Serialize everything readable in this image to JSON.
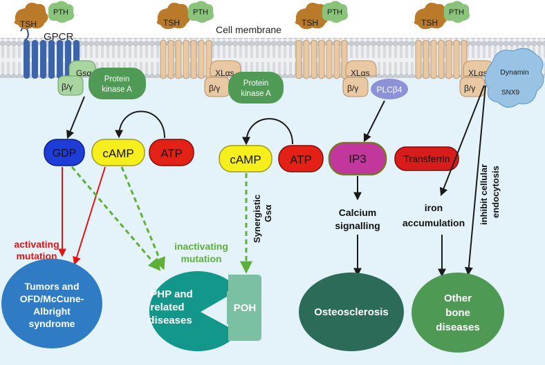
{
  "membrane": {
    "label": "Cell membrane",
    "gpcr_label": "GPCR"
  },
  "ligands": {
    "tsh": "TSH",
    "pth": "PTH"
  },
  "subunits": {
    "gs_alpha": "Gsα",
    "beta_gamma": "β/γ",
    "xl_alpha_s": "XLαs",
    "plc_beta4": "PLCβ4",
    "dynamin": "Dynamin",
    "snx9": "SNX9"
  },
  "pka": {
    "line1": "Protein",
    "line2": "kinase A"
  },
  "messengers": {
    "gdp": "GDP",
    "camp": "cAMP",
    "atp": "ATP",
    "ip3": "IP3",
    "transferrin": "Transferrin"
  },
  "annotations": {
    "activating_line1": "activating",
    "activating_line2": "mutation",
    "inactivating_line1": "inactivating",
    "inactivating_line2": "mutation",
    "synergistic_line1": "Synergistic",
    "synergistic_line2": "Gsα",
    "calcium_line1": "Calcium",
    "calcium_line2": "signalling",
    "iron_line1": "iron",
    "iron_line2": "accumulation",
    "inhibit_line1": "inhibit cellular",
    "inhibit_line2": "endocytosis"
  },
  "outcomes": {
    "tumors_line1": "Tumors and",
    "tumors_line2": "OFD/McCune-",
    "tumors_line3": "Albright",
    "tumors_line4": "syndrome",
    "php_line1": "PHP and",
    "php_line2": "related",
    "php_line3": "diseases",
    "poh": "POH",
    "osteosclerosis": "Osteosclerosis",
    "other_line1": "Other",
    "other_line2": "bone",
    "other_line3": "diseases"
  },
  "colors": {
    "background_fill": "#e4f2f9",
    "receptor_blue": "#3d63a8",
    "receptor_tan": "#e9c9a4",
    "gs_green": "#a9d5a0",
    "pka_green": "#4f9a55",
    "gdp_blue": "#1e3cd8",
    "camp_yellow": "#f7ee1e",
    "atp_red": "#e32117",
    "ip3_magenta": "#c2379b",
    "transferrin_red": "#d81c1c",
    "plc_purple": "#8d92d6",
    "dynamin_blue": "#98c3e4",
    "tumor_blue": "#2f7cc4",
    "php_teal": "#13978a",
    "poh_green": "#7cc0a3",
    "osteo_green": "#2b6b58",
    "other_green": "#4e9a55",
    "activating_red": "#e01414",
    "inactivating_green": "#5bb035"
  }
}
